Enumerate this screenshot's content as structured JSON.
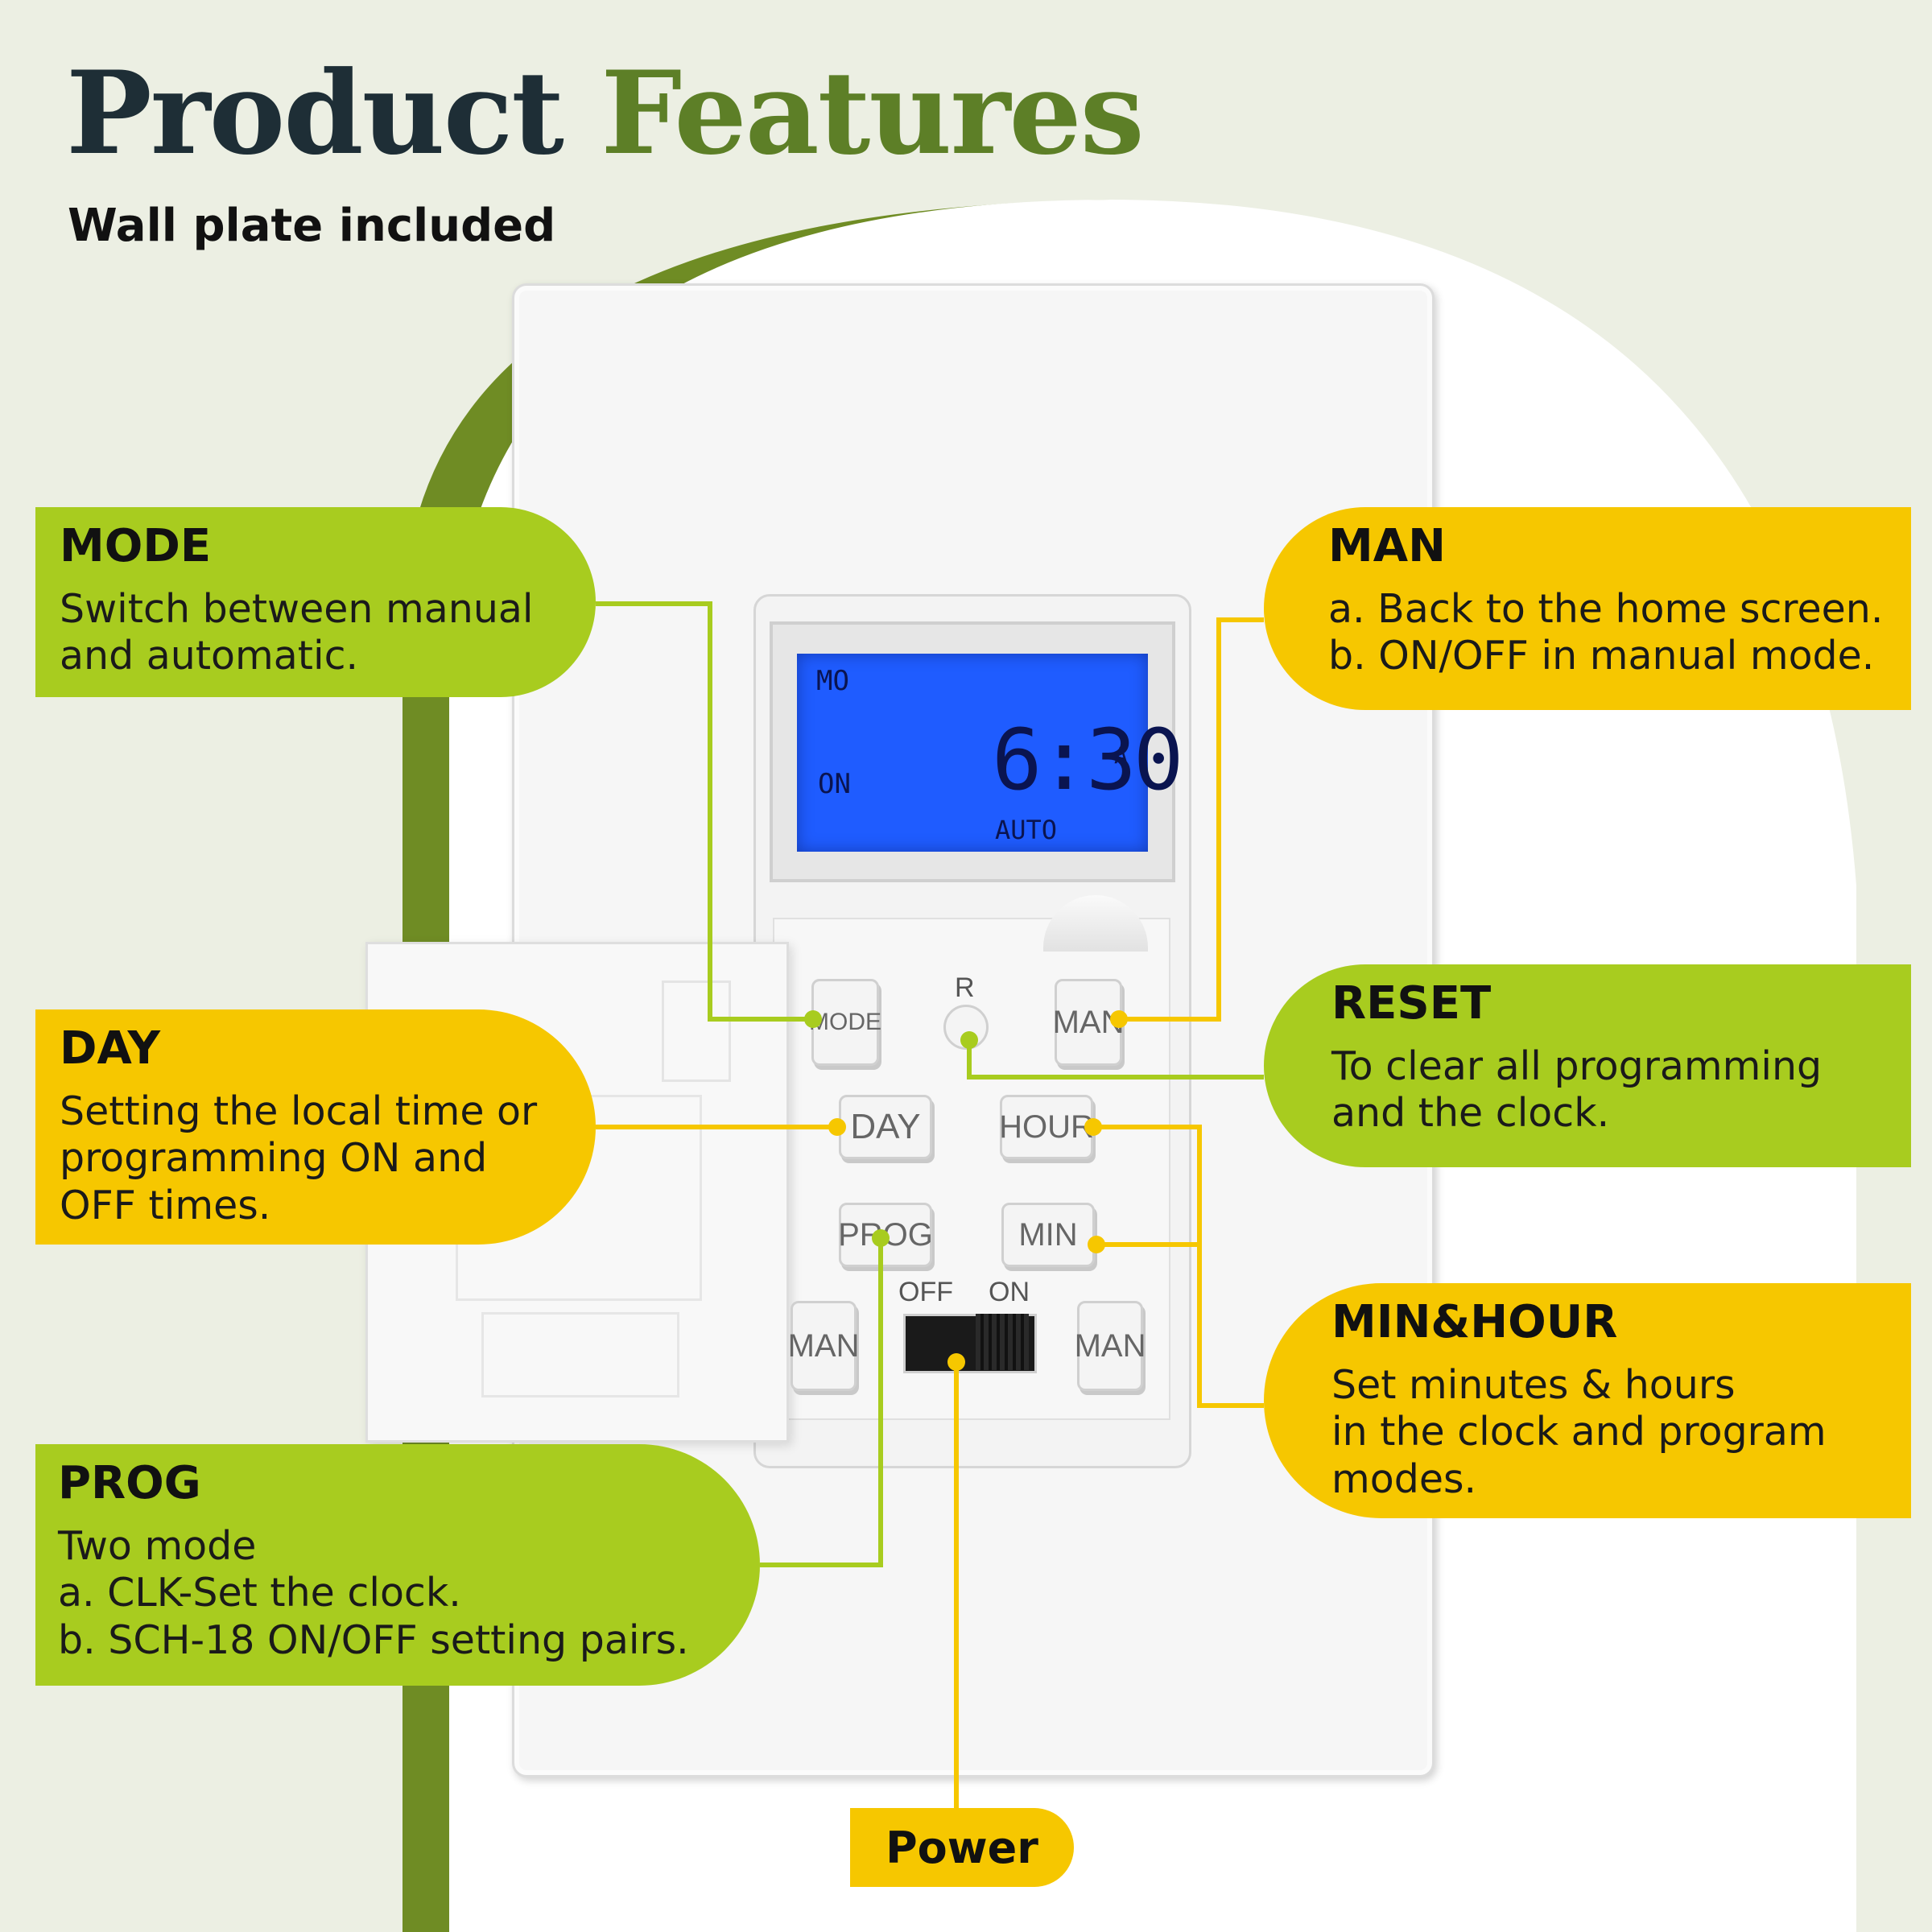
{
  "header": {
    "title_word1": "Product",
    "title_word2": "Features",
    "subtitle": "Wall plate included"
  },
  "callouts": {
    "mode": {
      "heading": "MODE",
      "text": "Switch between manual\nand automatic."
    },
    "day": {
      "heading": "DAY",
      "text": "Setting the local time or\nprogramming ON and\nOFF times."
    },
    "prog": {
      "heading": "PROG",
      "text": "Two mode\na. CLK-Set the clock.\nb. SCH-18 ON/OFF setting pairs."
    },
    "man": {
      "heading": "MAN",
      "text": "a. Back to the home screen.\nb. ON/OFF in manual mode."
    },
    "reset": {
      "heading": "RESET",
      "text": "To clear all programming\nand the clock."
    },
    "minhour": {
      "heading": "MIN&HOUR",
      "text": "Set minutes & hours\nin the clock and program\nmodes."
    },
    "power": {
      "heading": "Power"
    }
  },
  "device": {
    "lcd": {
      "day": "MO",
      "state": "ON",
      "time": "6:30",
      "ampm": "A",
      "mode": "AUTO"
    },
    "buttons": {
      "mode": "MODE",
      "man_top": "MAN",
      "reset_label": "R",
      "day": "DAY",
      "hour": "HOUR",
      "prog": "PROG",
      "min": "MIN",
      "man_left": "MAN",
      "man_right": "MAN"
    },
    "switch": {
      "off_label": "OFF",
      "on_label": "ON"
    }
  },
  "colors": {
    "background": "#ecefe3",
    "green_accent": "#a8cc1f",
    "yellow_accent": "#f6c700",
    "arc_green": "#6f8c24",
    "lcd_blue": "#1f5cff"
  }
}
